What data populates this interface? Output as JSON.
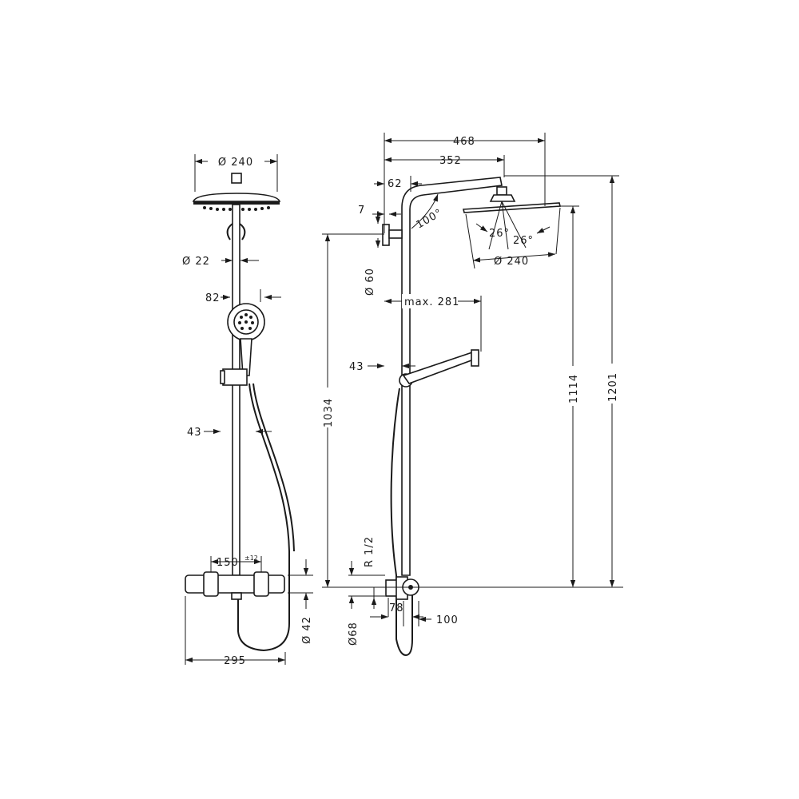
{
  "front_view": {
    "head_diameter": "Ø 240",
    "pipe_diameter": "Ø 22",
    "hand_shower_width": "82",
    "holder_offset": "43",
    "center_spacing": "150",
    "center_spacing_tolerance": "±12",
    "mixer_width": "295",
    "connector_diameter": "Ø 42"
  },
  "side_view": {
    "total_projection": "468",
    "arm_projection": "352",
    "arm_offset": "62",
    "small_offset": "7",
    "arm_angle": "100°",
    "spray_angle_left": "26°",
    "spray_angle_right": "26°",
    "head_diameter": "Ø 240",
    "wall_bracket_diameter": "Ø 60",
    "hose_reach": "max. 281",
    "holder_offset": "43",
    "height_to_bracket": "1034",
    "height_to_head": "1114",
    "total_height": "1201",
    "thread": "R 1/2",
    "flange_diameter": "Ø68",
    "connector_depth": "78",
    "mixer_depth": "100"
  }
}
